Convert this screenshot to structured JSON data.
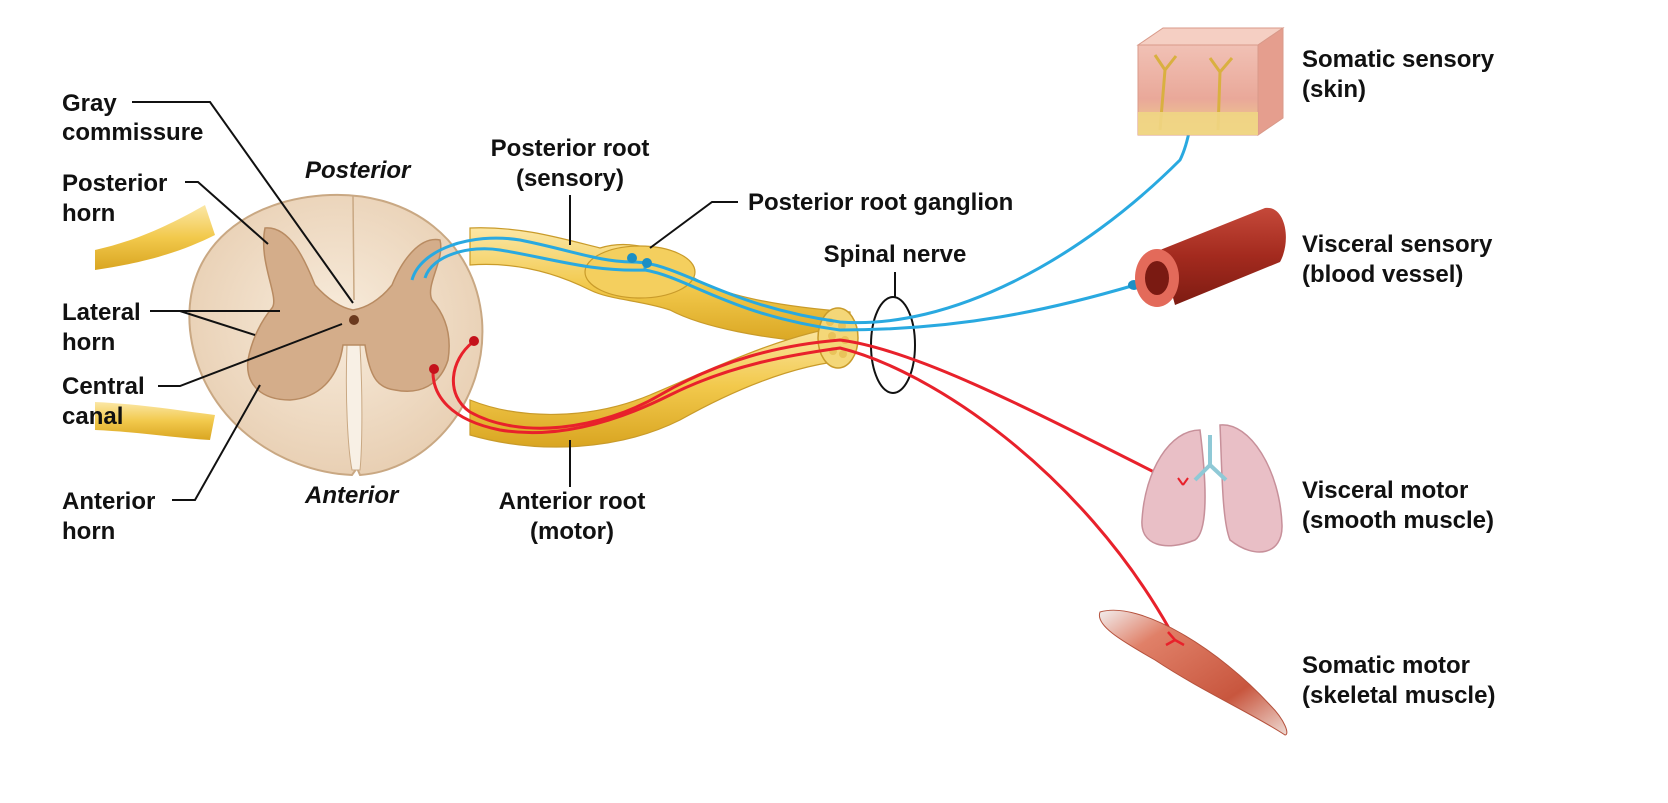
{
  "labels": {
    "gray_commissure": [
      "Gray",
      "commissure"
    ],
    "posterior_horn": [
      "Posterior",
      "horn"
    ],
    "lateral_horn": [
      "Lateral",
      "horn"
    ],
    "central_canal": [
      "Central",
      "canal"
    ],
    "anterior_horn": [
      "Anterior",
      "horn"
    ],
    "posterior": "Posterior",
    "anterior": "Anterior",
    "posterior_root": [
      "Posterior root",
      "(sensory)"
    ],
    "posterior_root_ganglion": "Posterior root ganglion",
    "spinal_nerve": "Spinal nerve",
    "anterior_root": [
      "Anterior root",
      "(motor)"
    ],
    "somatic_sensory": [
      "Somatic sensory",
      "(skin)"
    ],
    "visceral_sensory": [
      "Visceral sensory",
      "(blood vessel)"
    ],
    "visceral_motor": [
      "Visceral motor",
      "(smooth muscle)"
    ],
    "somatic_motor": [
      "Somatic motor",
      "(skeletal muscle)"
    ]
  },
  "colors": {
    "sensory": "#29a9e0",
    "motor": "#e8212b",
    "nerve": "#f2c94c",
    "white_matter": "#f3e2cc",
    "gray_matter": "#d7b495"
  }
}
